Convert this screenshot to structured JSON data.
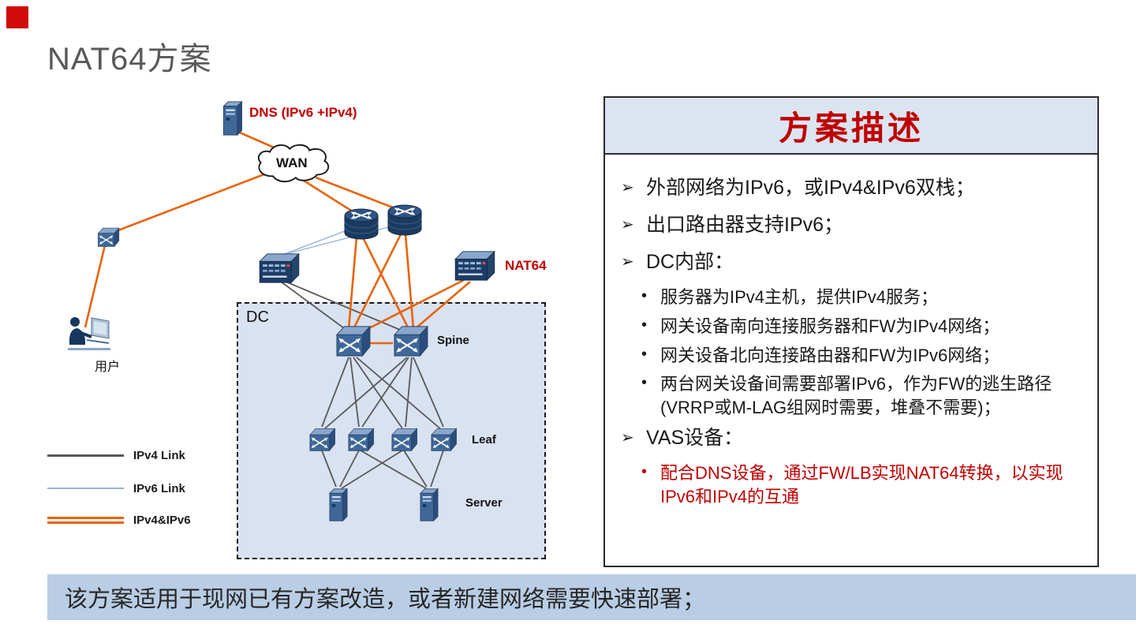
{
  "slide": {
    "title": "NAT64方案"
  },
  "diagram": {
    "labels": {
      "dns": "DNS (IPv6 +IPv4)",
      "wan": "WAN",
      "user": "用户",
      "nat64": "NAT64",
      "dc": "DC",
      "spine": "Spine",
      "leaf": "Leaf",
      "server": "Server"
    },
    "legend": [
      {
        "label": "IPv4 Link"
      },
      {
        "label": "IPv6 Link"
      },
      {
        "label": "IPv4&IPv6"
      }
    ],
    "colors": {
      "ipv4_link": "#595959",
      "ipv6_link": "#95b3d7",
      "dual_link": "#e8640c",
      "dc_fill": "#d9e2f0"
    }
  },
  "panel": {
    "title": "方案描述",
    "bullet_arrow": "➢",
    "bullet_dot": "•",
    "items": [
      {
        "text": "外部网络为IPv6，或IPv4&IPv6双栈；"
      },
      {
        "text": "出口路由器支持IPv6；"
      },
      {
        "text": "DC内部："
      },
      {
        "text": "服务器为IPv4主机，提供IPv4服务；"
      },
      {
        "text": "网关设备南向连接服务器和FW为IPv4网络；"
      },
      {
        "text": "网关设备北向连接路由器和FW为IPv6网络；"
      },
      {
        "text": "两台网关设备间需要部署IPv6，作为FW的逃生路径(VRRP或M-LAG组网时需要，堆叠不需要)；"
      },
      {
        "text": "VAS设备："
      },
      {
        "text": "配合DNS设备，通过FW/LB实现NAT64转换，以实现IPv6和IPv4的互通"
      }
    ]
  },
  "footer": {
    "text": "该方案适用于现网已有方案改造，或者新建网络需要快速部署；"
  }
}
